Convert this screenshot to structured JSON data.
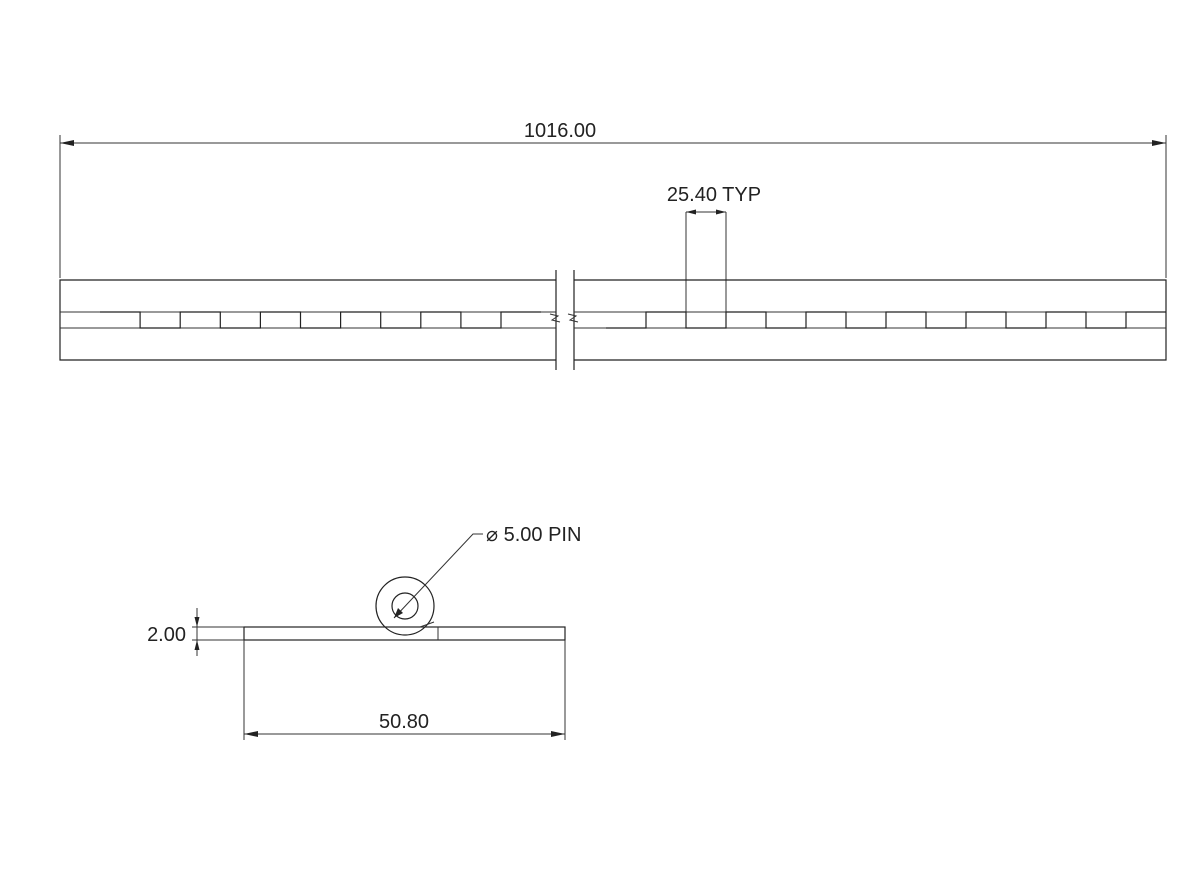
{
  "labels": {
    "overall_length": "1016.00",
    "knuckle_pitch": "25.40 TYP",
    "pin": "⌀ 5.00 PIN",
    "thickness": "2.00",
    "open_width": "50.80"
  },
  "colors": {
    "line": "#222222",
    "background": "#ffffff"
  }
}
